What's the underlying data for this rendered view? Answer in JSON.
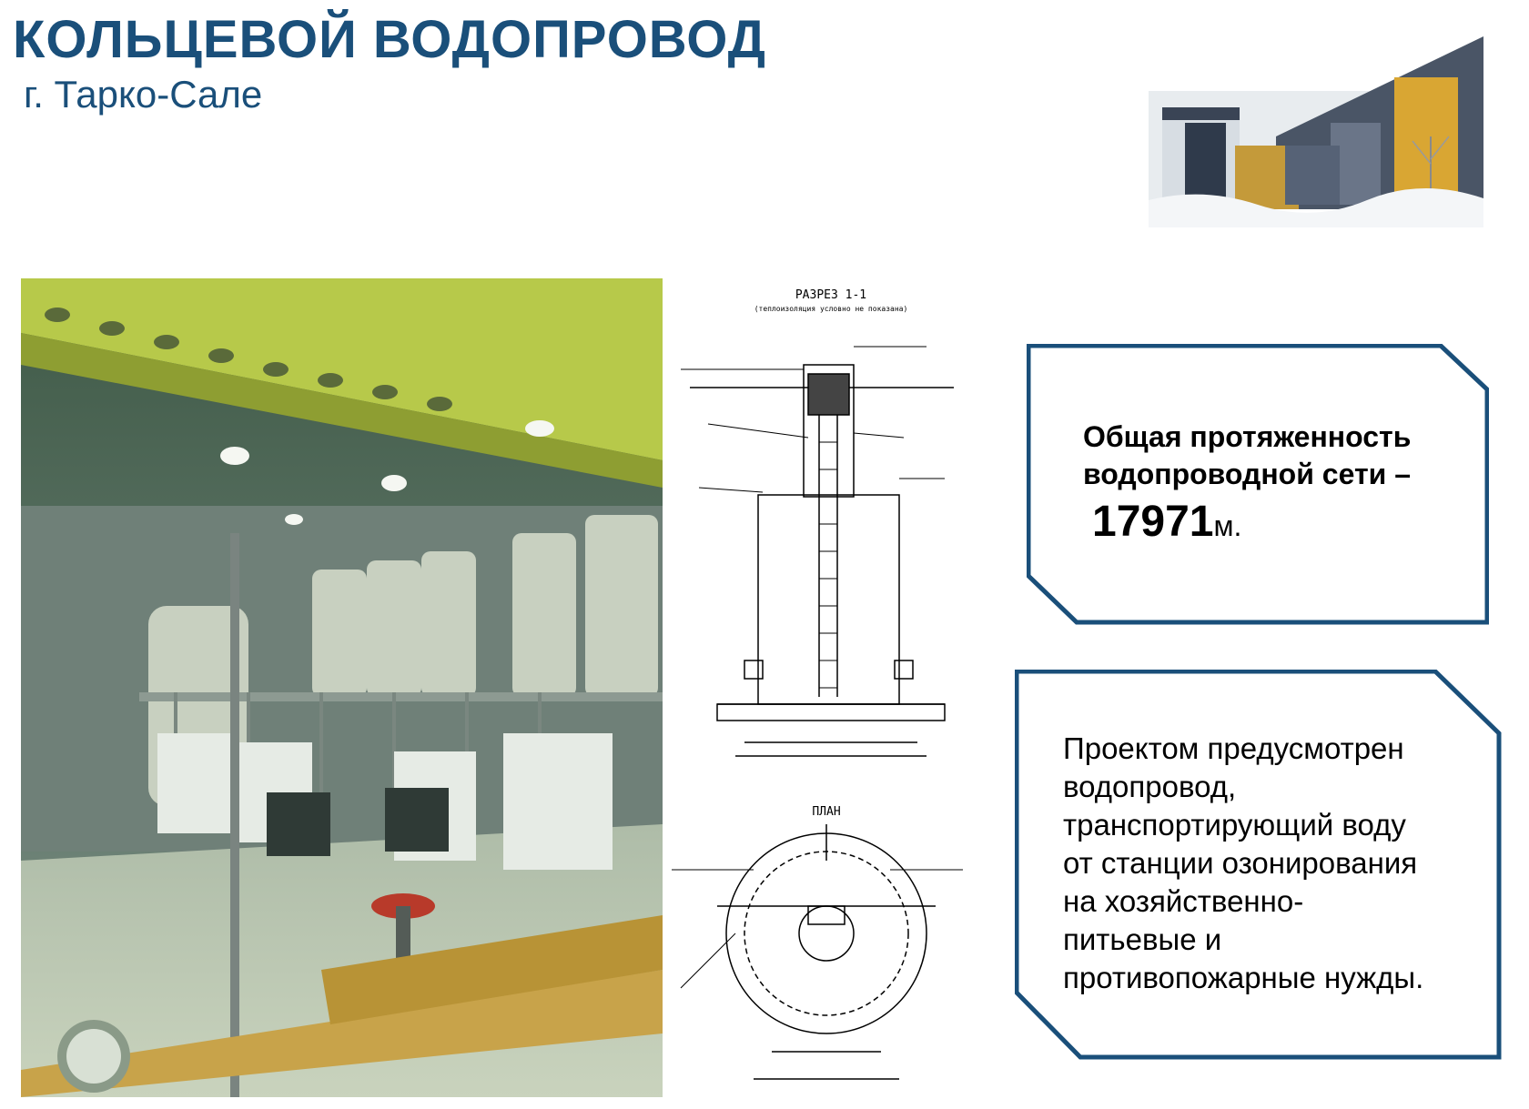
{
  "header": {
    "title": "КОЛЬЦЕВОЙ ВОДОПРОВОД",
    "subtitle": "г. Тарко-Сале"
  },
  "drawing": {
    "section_title": "РАЗРЕЗ 1-1",
    "section_note": "(теплоизоляция условно не показана)",
    "plan_title": "ПЛАН"
  },
  "info_box_1": {
    "line1": "Общая  протяженность",
    "line2": "водопроводной сети –",
    "value": "17971",
    "unit": "м."
  },
  "info_box_2": {
    "text": "Проектом предусмотрен\nводопровод,\nтранспортирующий воду\nот станции озонирования\nна хозяйственно-\nпитьевые и\nпротивопожарные нужды."
  },
  "colors": {
    "title": "#1a4f7a",
    "box_border": "#1a4f7a"
  }
}
